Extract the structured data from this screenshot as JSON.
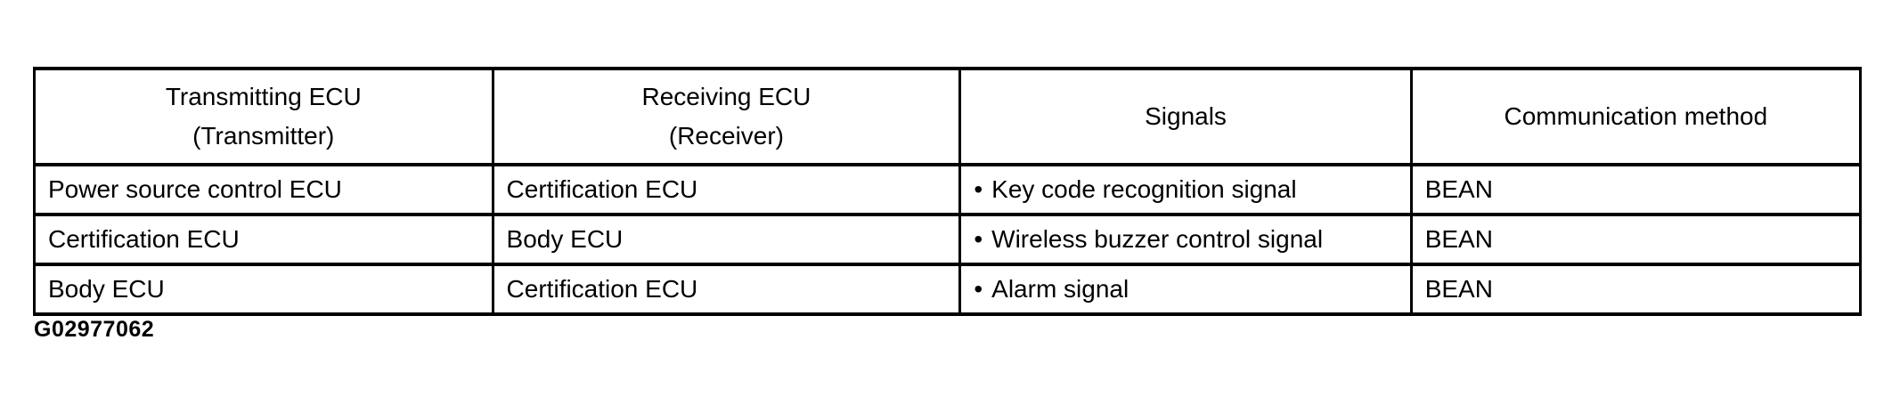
{
  "table": {
    "bullet": "•",
    "headers": [
      {
        "line1": "Transmitting ECU",
        "line2": "(Transmitter)"
      },
      {
        "line1": "Receiving ECU",
        "line2": "(Receiver)"
      },
      {
        "line1": "Signals",
        "line2": ""
      },
      {
        "line1": "Communication method",
        "line2": ""
      }
    ],
    "rows": [
      {
        "transmitting": "Power source control ECU",
        "receiving": "Certification ECU",
        "signal": "Key code recognition signal",
        "method": "BEAN"
      },
      {
        "transmitting": "Certification ECU",
        "receiving": "Body ECU",
        "signal": "Wireless buzzer control signal",
        "method": "BEAN"
      },
      {
        "transmitting": "Body ECU",
        "receiving": "Certification ECU",
        "signal": "Alarm signal",
        "method": "BEAN"
      }
    ]
  },
  "caption": "G02977062"
}
